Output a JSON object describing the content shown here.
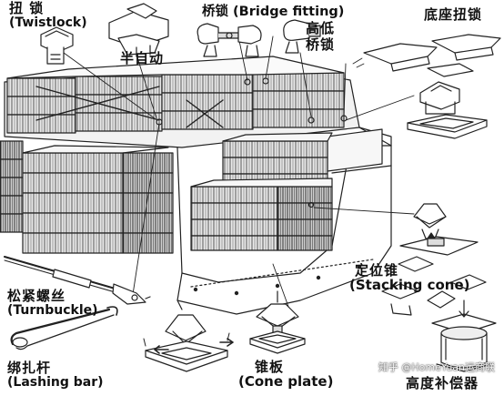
{
  "labels": {
    "twistlock_zh": "扭 锁",
    "twistlock_en": "(Twistlock)",
    "semi_auto": "半自动",
    "bridge_fitting": "桥锁 (Bridge fitting)",
    "high_low_bridge_line1": "高低",
    "high_low_bridge_line2": "桥锁",
    "base_twistlock": "底座扭锁",
    "stacking_cone_zh": "定位锥",
    "stacking_cone_en": "(Stacking cone)",
    "turnbuckle_zh": "松紧螺丝",
    "turnbuckle_en": "(Turnbuckle)",
    "lashing_bar_zh": "绑扎杆",
    "lashing_bar_en": "(Lashing bar)",
    "cone_plate_zh": "锥板",
    "cone_plate_en": "(Cone plate)",
    "height_compensator": "高度补偿器"
  },
  "watermark": "知乎 @HomeYuan运商联"
}
